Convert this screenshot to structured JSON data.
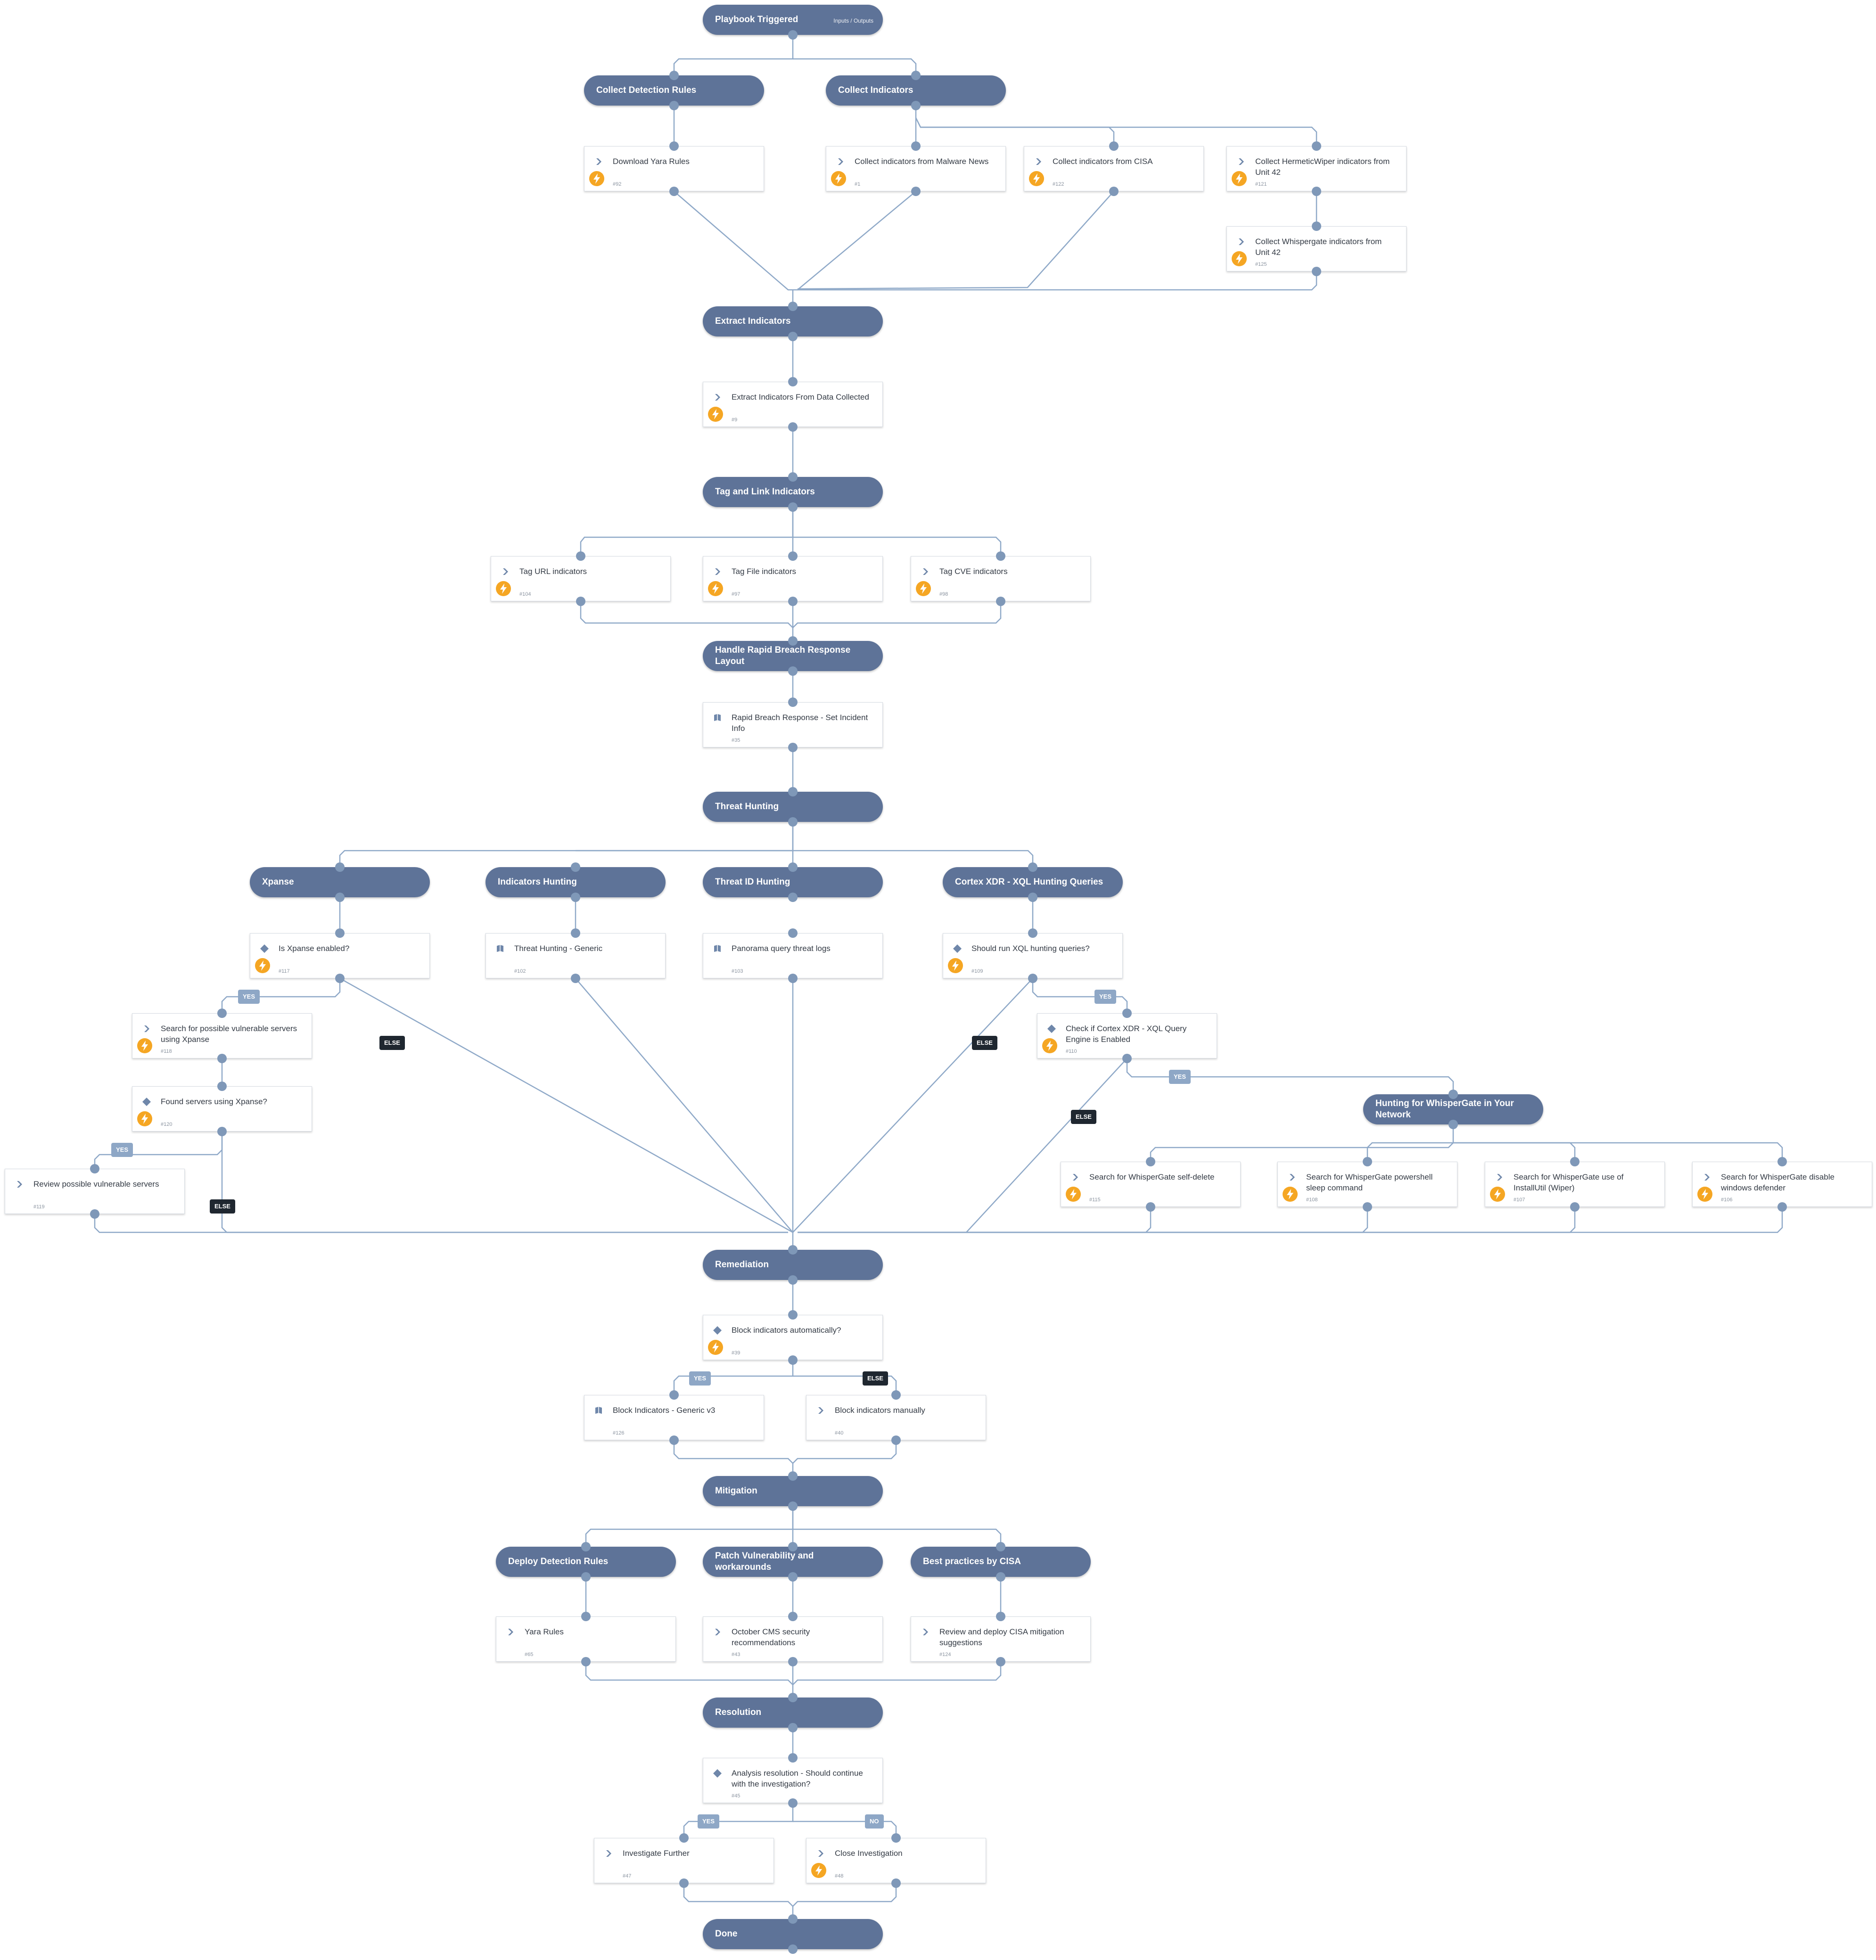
{
  "colors": {
    "section_bg": "#5e7398",
    "edge": "#8fa9c8",
    "dot": "#7f98b8",
    "bolt": "#f5a623",
    "yes_badge": "#8ea7c6",
    "else_badge": "#1f2730"
  },
  "icons": {
    "automated": "chevron-right-icon",
    "condition": "diamond-icon",
    "subplaybook": "book-icon",
    "bolt": "lightning-bolt-icon"
  },
  "sections": {
    "playbook_triggered": "Playbook Triggered",
    "inputs_outputs": "Inputs / Outputs",
    "collect_detection_rules": "Collect Detection Rules",
    "collect_indicators": "Collect Indicators",
    "extract_indicators": "Extract Indicators",
    "tag_link": "Tag and Link Indicators",
    "rapid_layout": "Handle Rapid Breach Response Layout",
    "threat_hunting": "Threat Hunting",
    "xpanse": "Xpanse",
    "indicators_hunting": "Indicators Hunting",
    "threat_id_hunting": "Threat ID Hunting",
    "cortex_xql": "Cortex XDR - XQL Hunting Queries",
    "whispergate_hunt": "Hunting for WhisperGate in Your Network",
    "remediation": "Remediation",
    "mitigation": "Mitigation",
    "deploy_rules": "Deploy Detection Rules",
    "patch_vuln": "Patch Vulnerability and workarounds",
    "best_practices": "Best practices by CISA",
    "resolution": "Resolution",
    "done": "Done"
  },
  "tasks": {
    "t92": {
      "label": "Download Yara Rules",
      "id": "#92"
    },
    "t1": {
      "label": "Collect indicators from Malware News",
      "id": "#1"
    },
    "t122": {
      "label": "Collect indicators from CISA",
      "id": "#122"
    },
    "t121": {
      "label": "Collect HermeticWiper indicators from Unit 42",
      "id": "#121"
    },
    "t125": {
      "label": "Collect Whispergate indicators from Unit 42",
      "id": "#125"
    },
    "t9": {
      "label": "Extract Indicators From Data Collected",
      "id": "#9"
    },
    "t104": {
      "label": "Tag URL indicators",
      "id": "#104"
    },
    "t97": {
      "label": "Tag File indicators",
      "id": "#97"
    },
    "t98": {
      "label": "Tag CVE indicators",
      "id": "#98"
    },
    "t35": {
      "label": "Rapid Breach Response - Set Incident Info",
      "id": "#35"
    },
    "t117": {
      "label": "Is Xpanse enabled?",
      "id": "#117"
    },
    "t102": {
      "label": "Threat Hunting - Generic",
      "id": "#102"
    },
    "t103": {
      "label": "Panorama query threat logs",
      "id": "#103"
    },
    "t109": {
      "label": "Should run XQL hunting queries?",
      "id": "#109"
    },
    "t118": {
      "label": "Search for possible vulnerable servers using Xpanse",
      "id": "#118"
    },
    "t110": {
      "label": "Check if Cortex XDR - XQL Query Engine is Enabled",
      "id": "#110"
    },
    "t120": {
      "label": "Found servers using Xpanse?",
      "id": "#120"
    },
    "t119": {
      "label": "Review possible vulnerable servers",
      "id": "#119"
    },
    "t115": {
      "label": "Search for WhisperGate self-delete",
      "id": "#115"
    },
    "t108": {
      "label": "Search for WhisperGate powershell sleep command",
      "id": "#108"
    },
    "t107": {
      "label": "Search for WhisperGate use of InstallUtil (Wiper)",
      "id": "#107"
    },
    "t106": {
      "label": "Search for WhisperGate disable windows defender",
      "id": "#106"
    },
    "t39": {
      "label": "Block indicators automatically?",
      "id": "#39"
    },
    "t126": {
      "label": "Block Indicators - Generic v3",
      "id": "#126"
    },
    "t40": {
      "label": "Block indicators manually",
      "id": "#40"
    },
    "t65": {
      "label": "Yara Rules",
      "id": "#65"
    },
    "t43": {
      "label": "October CMS security recommendations",
      "id": "#43"
    },
    "t124": {
      "label": "Review and deploy CISA mitigation suggestions",
      "id": "#124"
    },
    "t45": {
      "label": "Analysis resolution - Should continue with the investigation?",
      "id": "#45"
    },
    "t47": {
      "label": "Investigate Further",
      "id": "#47"
    },
    "t48": {
      "label": "Close Investigation",
      "id": "#48"
    }
  },
  "badges": {
    "yes": "YES",
    "no": "NO",
    "else": "ELSE"
  }
}
